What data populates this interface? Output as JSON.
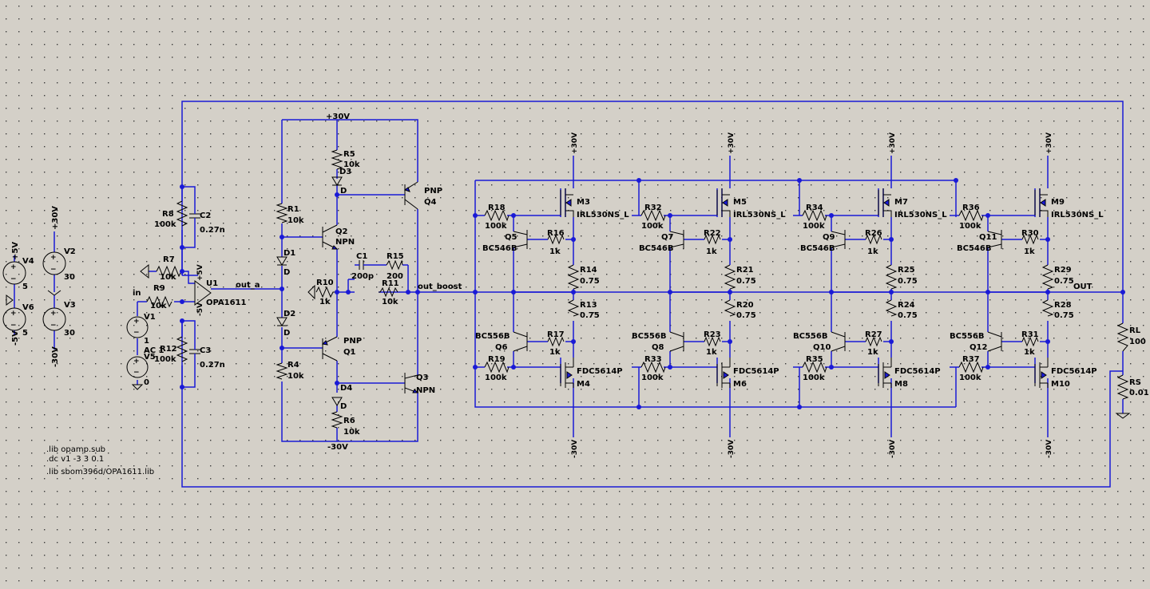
{
  "ui": {
    "bg": "#d4d0c8",
    "grid": "#3a3a3a",
    "wire": "#1a1ad6",
    "comp": "#000000"
  },
  "sources": {
    "v4": {
      "name": "V4",
      "value": "5",
      "node": "+5V"
    },
    "v6": {
      "name": "V6",
      "value": "5",
      "node": "-5V"
    },
    "v2": {
      "name": "V2",
      "value": "30",
      "node": "+30V"
    },
    "v3": {
      "name": "V3",
      "value": "30",
      "node": "-30V"
    },
    "v1": {
      "name": "V1",
      "value": "1",
      "ac": "AC 1"
    },
    "v5": {
      "name": "V5",
      "value": "0"
    }
  },
  "input": {
    "net_in": "in",
    "r8": "R8",
    "r8v": "100k",
    "c2": "C2",
    "c2v": "0.27n",
    "r7": "R7",
    "r7v": "10k",
    "r9": "R9",
    "r9v": "10k",
    "r12": "R12",
    "r12v": "100k",
    "c3": "C3",
    "c3v": "0.27n",
    "u1": "U1",
    "u1v": "OPA1611",
    "pos": "+5V",
    "neg": "-5V",
    "out": "out_a"
  },
  "driver": {
    "p30": "+30V",
    "m30": "-30V",
    "r5": "R5",
    "r5v": "10k",
    "d3": "D3",
    "d3v": "D",
    "r1": "R1",
    "r1v": "10k",
    "q2": "Q2",
    "q2v": "NPN",
    "d1": "D1",
    "d1v": "D",
    "d2": "D2",
    "d2v": "D",
    "r10": "R10",
    "r10v": "1k",
    "q1": "Q1",
    "q1v": "PNP",
    "r4": "R4",
    "r4v": "10k",
    "d4": "D4",
    "d4v": "D",
    "r6": "R6",
    "r6v": "10k",
    "c1": "C1",
    "c1v": "200p",
    "r15": "R15",
    "r15v": "200",
    "r11": "R11",
    "r11v": "10k",
    "q4": "Q4",
    "q4v": "PNP",
    "q3": "Q3",
    "q3v": "NPN",
    "outb": "out_boost"
  },
  "stages": [
    {
      "rg1": "R18",
      "rg1v": "100k",
      "qn": "Q5",
      "qnv": "BC546B",
      "rb1": "R16",
      "rb1v": "1k",
      "m1": "M3",
      "m1v": "IRL530NS_L",
      "rs1": "R14",
      "rs1v": "0.75",
      "rs2": "R13",
      "rs2v": "0.75",
      "qp": "Q6",
      "qpv": "BC556B",
      "rb2": "R17",
      "rb2v": "1k",
      "rg2": "R19",
      "rg2v": "100k",
      "m2": "M4",
      "m2v": "FDC5614P"
    },
    {
      "rg1": "R32",
      "rg1v": "100k",
      "qn": "Q7",
      "qnv": "BC546B",
      "rb1": "R22",
      "rb1v": "1k",
      "m1": "M5",
      "m1v": "IRL530NS_L",
      "rs1": "R21",
      "rs1v": "0.75",
      "rs2": "R20",
      "rs2v": "0.75",
      "qp": "Q8",
      "qpv": "BC556B",
      "rb2": "R23",
      "rb2v": "1k",
      "rg2": "R33",
      "rg2v": "100k",
      "m2": "M6",
      "m2v": "FDC5614P"
    },
    {
      "rg1": "R34",
      "rg1v": "100k",
      "qn": "Q9",
      "qnv": "BC546B",
      "rb1": "R26",
      "rb1v": "1k",
      "m1": "M7",
      "m1v": "IRL530NS_L",
      "rs1": "R25",
      "rs1v": "0.75",
      "rs2": "R24",
      "rs2v": "0.75",
      "qp": "Q10",
      "qpv": "BC556B",
      "rb2": "R27",
      "rb2v": "1k",
      "rg2": "R35",
      "rg2v": "100k",
      "m2": "M8",
      "m2v": "FDC5614P"
    },
    {
      "rg1": "R36",
      "rg1v": "100k",
      "qn": "Q11",
      "qnv": "BC546B",
      "rb1": "R30",
      "rb1v": "1k",
      "m1": "M9",
      "m1v": "IRL530NS_L",
      "rs1": "R29",
      "rs1v": "0.75",
      "rs2": "R28",
      "rs2v": "0.75",
      "qp": "Q12",
      "qpv": "BC556B",
      "rb2": "R31",
      "rb2v": "1k",
      "rg2": "R37",
      "rg2v": "100k",
      "m2": "M10",
      "m2v": "FDC5614P"
    }
  ],
  "rail_p": "+30V",
  "rail_m": "-30V",
  "load": {
    "rl": "RL",
    "rlv": "100",
    "rs": "RS",
    "rsv": "0.01",
    "out": "OUT"
  },
  "directives": [
    ".lib opamp.sub",
    ".dc v1 -3 3 0.1",
    ".lib sbom396d/OPA1611.lib"
  ]
}
